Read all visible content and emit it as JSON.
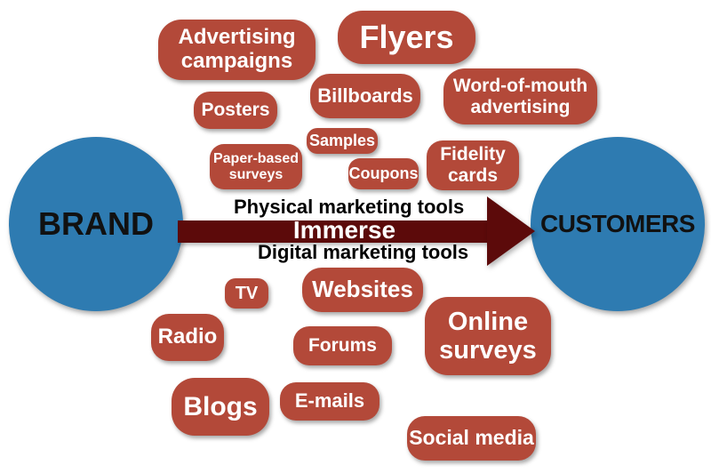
{
  "brand": {
    "label": "BRAND"
  },
  "customers": {
    "label": "CUSTOMERS"
  },
  "arrow": {
    "label": "Immerse",
    "top_label": "Physical marketing tools",
    "bottom_label": "Digital marketing tools"
  },
  "physical_tools": [
    {
      "id": "advertising-campaigns",
      "label": "Advertising campaigns"
    },
    {
      "id": "flyers",
      "label": "Flyers"
    },
    {
      "id": "billboards",
      "label": "Billboards"
    },
    {
      "id": "word-of-mouth",
      "label": "Word-of-mouth advertising"
    },
    {
      "id": "posters",
      "label": "Posters"
    },
    {
      "id": "samples",
      "label": "Samples"
    },
    {
      "id": "paper-based-surveys",
      "label": "Paper-based surveys"
    },
    {
      "id": "coupons",
      "label": "Coupons"
    },
    {
      "id": "fidelity-cards",
      "label": "Fidelity cards"
    }
  ],
  "digital_tools": [
    {
      "id": "tv",
      "label": "TV"
    },
    {
      "id": "websites",
      "label": "Websites"
    },
    {
      "id": "online-surveys",
      "label": "Online surveys"
    },
    {
      "id": "radio",
      "label": "Radio"
    },
    {
      "id": "forums",
      "label": "Forums"
    },
    {
      "id": "blogs",
      "label": "Blogs"
    },
    {
      "id": "emails",
      "label": "E-mails"
    },
    {
      "id": "social-media",
      "label": "Social media"
    }
  ],
  "colors": {
    "pill": "#b34939",
    "pill_text": "#ffffff",
    "circle": "#2e7bb1",
    "circle_text": "#111111",
    "arrow": "#5c0a0a",
    "label_text": "#000000"
  }
}
